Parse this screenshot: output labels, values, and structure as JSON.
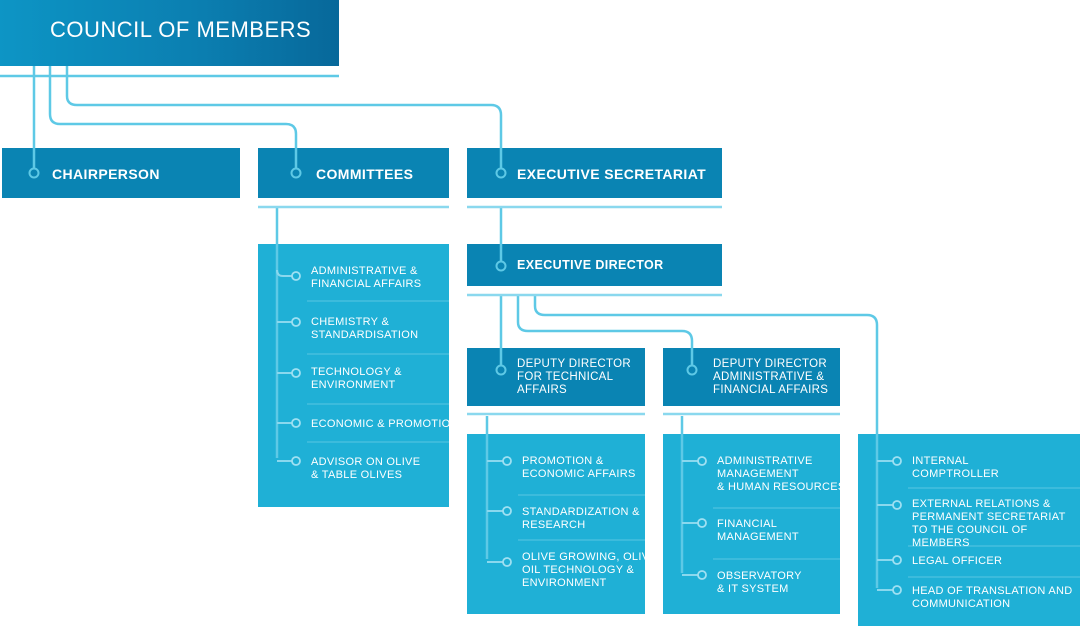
{
  "council": {
    "title": "COUNCIL OF MEMBERS"
  },
  "top_units": {
    "chairperson": "CHAIRPERSON",
    "committees": "COMMITTEES",
    "executive_secretariat": "EXECUTIVE SECRETARIAT"
  },
  "committees": [
    "ADMINISTRATIVE &\nFINANCIAL AFFAIRS",
    "CHEMISTRY &\nSTANDARDISATION",
    "TECHNOLOGY &\nENVIRONMENT",
    "ECONOMIC & PROMOTION",
    "ADVISOR ON OLIVE\n& TABLE OLIVES"
  ],
  "executive_director": "EXECUTIVE DIRECTOR",
  "deputy_technical": {
    "title": "DEPUTY DIRECTOR\nFOR TECHNICAL\nAFFAIRS",
    "units": [
      "PROMOTION &\nECONOMIC AFFAIRS",
      "STANDARDIZATION &\nRESEARCH",
      "OLIVE GROWING, OLIVE\nOIL TECHNOLOGY &\nENVIRONMENT"
    ]
  },
  "deputy_admin": {
    "title": "DEPUTY DIRECTOR\nADMINISTRATIVE &\nFINANCIAL AFFAIRS",
    "units": [
      "ADMINISTRATIVE\nMANAGEMENT\n& HUMAN RESOURCES",
      "FINANCIAL\nMANAGEMENT",
      "OBSERVATORY\n& IT SYSTEM"
    ]
  },
  "direct_reports": [
    "INTERNAL\nCOMPTROLLER",
    "EXTERNAL RELATIONS &\nPERMANENT SECRETARIAT\nTO THE COUNCIL OF MEMBERS",
    "LEGAL OFFICER",
    "HEAD OF TRANSLATION AND\nCOMMUNICATION"
  ],
  "colors": {
    "dark_box": "#0a84b3",
    "light_box": "#1fb0d6",
    "connector": "#5ec9e6",
    "divider": "#8ad8ee"
  }
}
